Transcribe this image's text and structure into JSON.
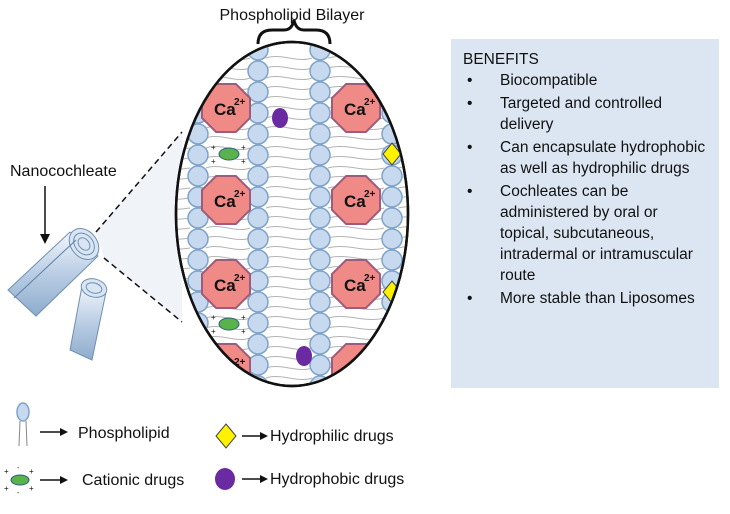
{
  "title": "Phospholipid Bilayer",
  "nanocochleate_label": "Nanocochleate",
  "ion_label": "Ca",
  "ion_charge": "2+",
  "benefits": {
    "heading": "BENEFITS",
    "items": [
      "Biocompatible",
      "Targeted and controlled delivery",
      "Can encapsulate hydrophobic as well as hydrophilic drugs",
      "Cochleates can be administered by oral or topical, subcutaneous, intradermal or intramuscular route",
      "More stable than Liposomes"
    ]
  },
  "legend": {
    "phospholipid": "Phospholipid",
    "hydrophilic": "Hydrophilic drugs",
    "cationic": "Cationic drugs",
    "hydrophobic": "Hydrophobic drugs"
  },
  "colors": {
    "lipid_head": "#c6d9ee",
    "lipid_outline": "#7fa3c8",
    "calcium_fill": "#f08a86",
    "calcium_outline": "#9e5b7c",
    "hydrophilic": "#fff200",
    "hydrophobic": "#6a2aa1",
    "cationic": "#59b34a",
    "benefits_bg": "#dce6f2"
  }
}
